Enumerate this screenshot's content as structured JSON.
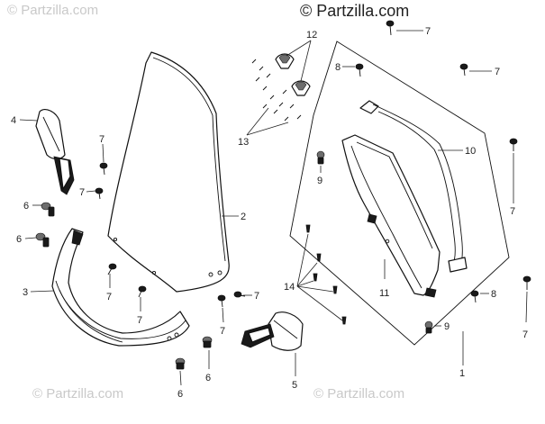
{
  "watermarks": {
    "top_left": "© Partzilla.com",
    "top_right": "© Partzilla.com",
    "bottom_left": "© Partzilla.com",
    "bottom_right": "© Partzilla.com"
  },
  "callouts": {
    "c1": "1",
    "c2": "2",
    "c3": "3",
    "c4": "4",
    "c5": "5",
    "c6a": "6",
    "c6b": "6",
    "c6c": "6",
    "c6d": "6",
    "c7a": "7",
    "c7b": "7",
    "c7c": "7",
    "c7d": "7",
    "c7e": "7",
    "c7f": "7",
    "c7g": "7",
    "c7h": "7",
    "c7i": "7",
    "c7j": "7",
    "c8a": "8",
    "c8b": "8",
    "c9a": "9",
    "c9b": "9",
    "c10": "10",
    "c11": "11",
    "c12": "12",
    "c13": "13",
    "c14": "14"
  },
  "parts": {
    "windshield": "windshield",
    "mirror_left": "mirror",
    "mirror_right": "mirror",
    "lower_trim": "trim",
    "bracket_frame": "frame",
    "inner_panel": "panel",
    "clips": "clip",
    "screws": "screw",
    "nuts": "nut",
    "fasteners": "fastener"
  },
  "colors": {
    "line": "#111111",
    "watermark": "#c9c9c9",
    "background": "#ffffff"
  }
}
